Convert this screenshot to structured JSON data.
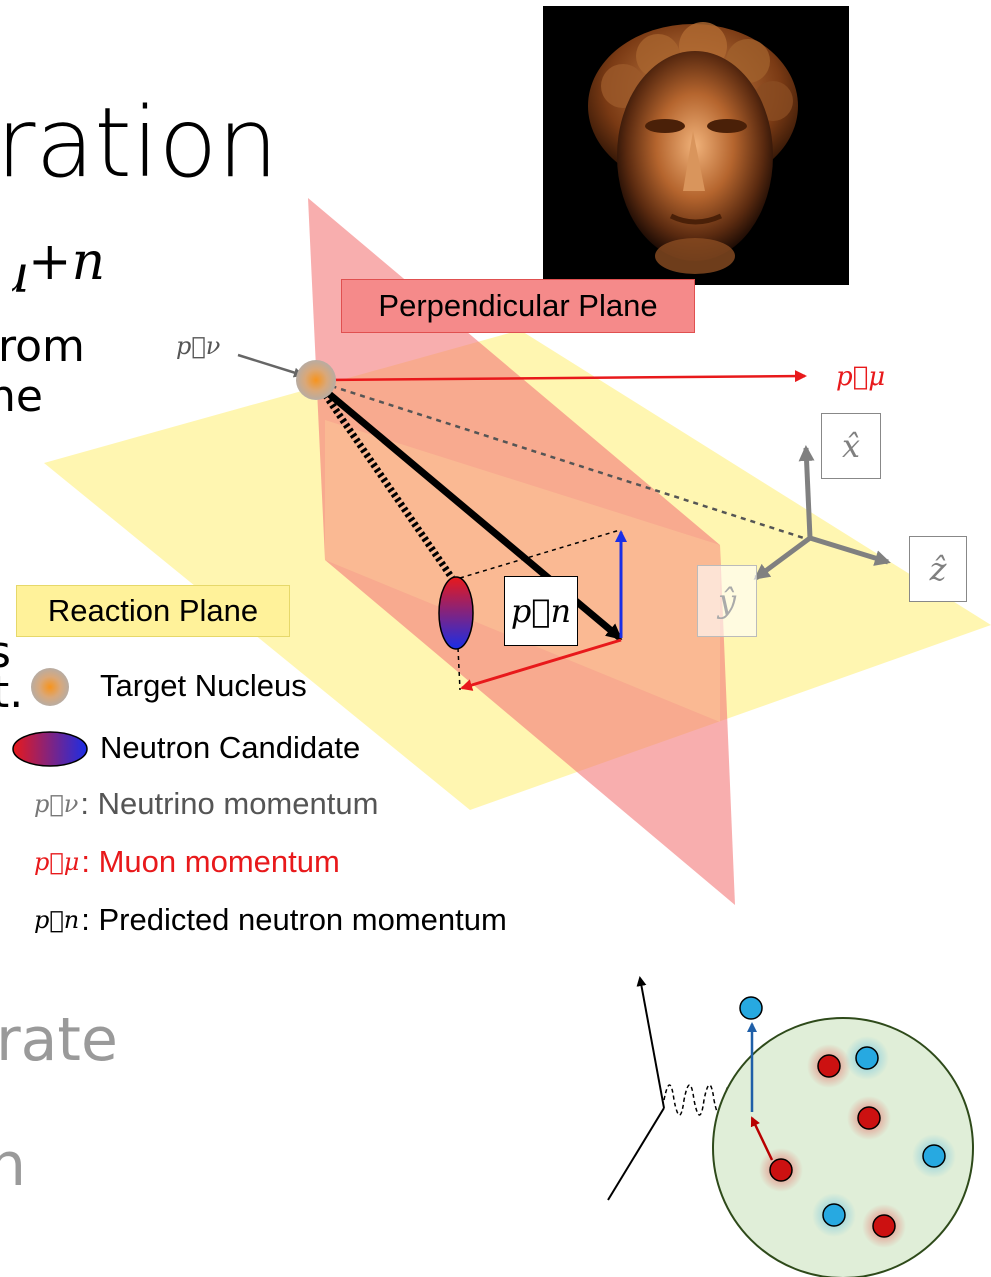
{
  "slide": {
    "title_fragment": "ration",
    "formula_fragment": "+n",
    "mu_fragment": "u",
    "text_fragment_1": "rom",
    "text_fragment_2": "ne",
    "text_fragment_3": "s",
    "text_fragment_4": "t.",
    "faded_fragment_1": "rate",
    "faded_fragment_2": "n"
  },
  "diagram": {
    "perpendicular_plane_label": "Perpendicular Plane",
    "reaction_plane_label": "Reaction Plane",
    "p_nu_label": "p⃗ν",
    "p_mu_label": "p⃗μ",
    "p_n_label": "p⃗n",
    "x_axis_label": "x̂",
    "y_axis_label": "ŷ",
    "z_axis_label": "ẑ",
    "colors": {
      "perpendicular_plane": "#f47a7a",
      "reaction_plane": "#fff3a0",
      "muon": "#e8191b",
      "neutron_blue": "#1a2ee6",
      "axis_gray": "#808080"
    }
  },
  "legend": {
    "target_nucleus": "Target Nucleus",
    "neutron_candidate": "Neutron Candidate",
    "neutrino_symbol": "p⃗ν",
    "neutrino_text": ": Neutrino momentum",
    "muon_symbol": "p⃗μ",
    "muon_text": ": Muon momentum",
    "neutron_symbol": "p⃗n",
    "neutron_text": ": Predicted neutron momentum"
  },
  "photo": {
    "icon": "statue-head-photo"
  },
  "nucleus_diagram": {
    "icon": "nucleus-scattering-icon"
  }
}
